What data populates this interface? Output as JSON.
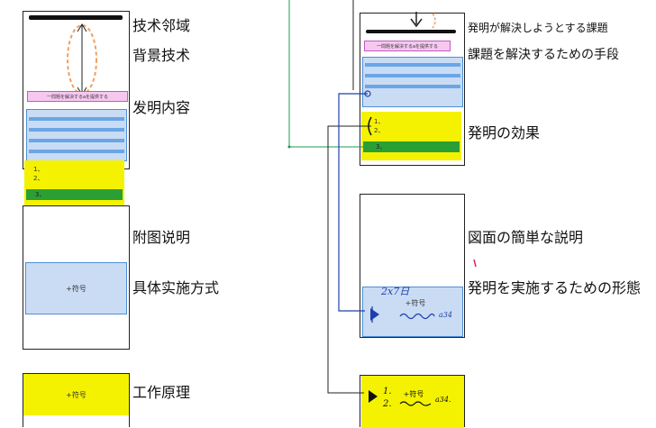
{
  "left_column": {
    "labels": [
      "技术邻域",
      "背景技术",
      "发明内容",
      "附图说明",
      "具体实施方式",
      "工作原理"
    ],
    "pink_bar": "一問題を解決するaを提供する",
    "yellow_list": [
      "1、",
      "2、",
      "3、"
    ],
    "symbol_text": "+符号",
    "symbol_text_2": "+符号"
  },
  "right_column": {
    "labels": [
      "発明が解決しようとする課題",
      "課題を解決するための手段",
      "発明の効果",
      "図面の簡単な説明",
      "発明を実施するための形態"
    ],
    "pink_bar": "一問題を解決するaを提供する",
    "yellow_list": [
      "1、",
      "2、",
      "3、"
    ],
    "symbol_text": "+符号",
    "symbol_text_2": "+符号",
    "handwriting": {
      "note_top": "2x7日",
      "suffix_1": "a34",
      "suffix_2": "a34.",
      "list_1": "1.",
      "list_2": "2."
    }
  },
  "colors": {
    "blue_fill": "#c9dcf4",
    "blue_stripe": "#6aa6e6",
    "yellow": "#f4f200",
    "green": "#2aa034",
    "pink": "#f6c8f0",
    "annotation_blue": "#1e3fae",
    "connector_green": "#1e9a50"
  }
}
